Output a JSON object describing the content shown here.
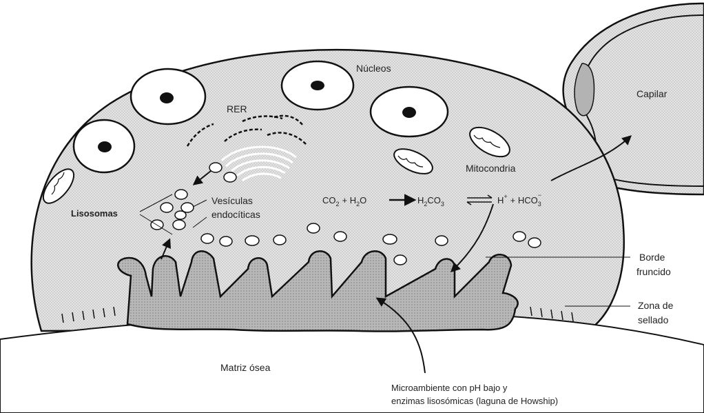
{
  "labels": {
    "nucleos": "Núcleos",
    "rer": "RER",
    "capilar": "Capilar",
    "mitocondria": "Mitocondria",
    "lisosomas": "Lisosomas",
    "vesiculas_line1": "Vesículas",
    "vesiculas_line2": "endocíticas",
    "borde_line1": "Borde",
    "borde_line2": "fruncido",
    "zona_line1": "Zona de",
    "zona_line2": "sellado",
    "matriz": "Matriz ósea",
    "microambiente_line1": "Microambiente con pH bajo y",
    "microambiente_line2": "enzimas lisosómicas (laguna de Howship)"
  },
  "equation": {
    "co2": "CO",
    "co2_sub": "2",
    "plus1": "+ H",
    "h2o_sub": "2",
    "h2o_o": "O",
    "h2co3_h": "H",
    "h2co3_sub1": "2",
    "h2co3_co": "CO",
    "h2co3_sub2": "3",
    "hplus": "H",
    "hplus_sup": "+",
    "plus2": "+ HCO",
    "hco3_sub": "3",
    "hco3_sup": "−"
  },
  "colors": {
    "cell_fill": "#d9d9d9",
    "ruffled_fill": "#b3b3b3",
    "stroke": "#111111",
    "bone_fill": "#ffffff"
  }
}
